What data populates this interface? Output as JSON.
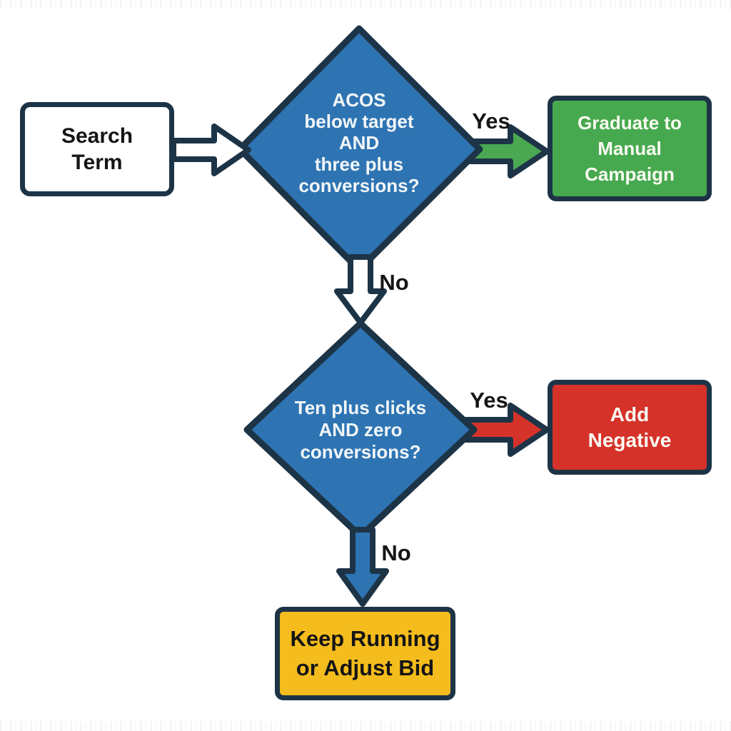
{
  "colors": {
    "outline": "#1d3447",
    "decision_blue": "#2e74b3",
    "green": "#47a94f",
    "green_arrow": "#4aa852",
    "red": "#d5322a",
    "red_arrow": "#d5322a",
    "yellow": "#f4bc1d",
    "white": "#ffffff",
    "blue_arrow": "#2e74b3"
  },
  "nodes": {
    "search_term": {
      "label": "Search\nTerm",
      "type": "input"
    },
    "decision_acos": {
      "label": "ACOS\nbelow target\nAND\nthree plus\nconversions?",
      "type": "decision"
    },
    "graduate": {
      "label": "Graduate to\nManual\nCampaign",
      "type": "action"
    },
    "decision_clicks": {
      "label": "Ten plus clicks\nAND zero\nconversions?",
      "type": "decision"
    },
    "add_negative": {
      "label": "Add\nNegative",
      "type": "action"
    },
    "keep_running": {
      "label": "Keep Running\nor Adjust Bid",
      "type": "action"
    }
  },
  "edges": {
    "acos_yes": {
      "label": "Yes"
    },
    "acos_no": {
      "label": "No"
    },
    "clicks_yes": {
      "label": "Yes"
    },
    "clicks_no": {
      "label": "No"
    }
  }
}
